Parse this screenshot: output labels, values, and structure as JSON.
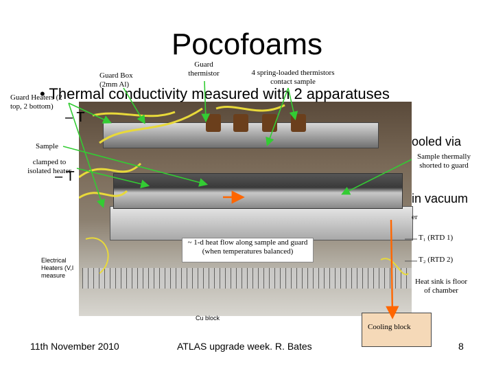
{
  "slide": {
    "title": "Pocofoams",
    "bullet": "Thermal conductivity measured with 2 apparatuses",
    "sub1": "– T",
    "sub2": "– T",
    "frag_cooled": "ooled via",
    "frag_vacuum": "in vacuum",
    "frag_er": "er"
  },
  "labels": {
    "guard_box": "Guard Box (2mm Al)",
    "guard_thermistor": "Guard thermistor",
    "spring_thermistors": "4 spring-loaded thermistors contact sample",
    "guard_heaters": "Guard Heaters (2 top, 2 bottom)",
    "sample": "Sample",
    "clamped": "clamped to isolated heater",
    "sample_shorted": "Sample thermally shorted to guard",
    "heat_flow": "~ 1-d heat flow along sample and guard (when temperatures balanced)",
    "electrical_heaters": "Electrical Heaters (V,I measure",
    "t1": "T₁ (RTD 1)",
    "t2": "T₂ (RTD 2)",
    "heat_sink": "Heat sink is floor of chamber",
    "cu_block": "Cu block",
    "cooling_block": "Cooling block"
  },
  "footer": {
    "date": "11th November 2010",
    "event": "ATLAS upgrade week. R. Bates",
    "page": "8"
  },
  "colors": {
    "arrow_green": "#33cc33",
    "arrow_orange": "#ff6600",
    "cooling_fill": "#f5d9b8"
  }
}
